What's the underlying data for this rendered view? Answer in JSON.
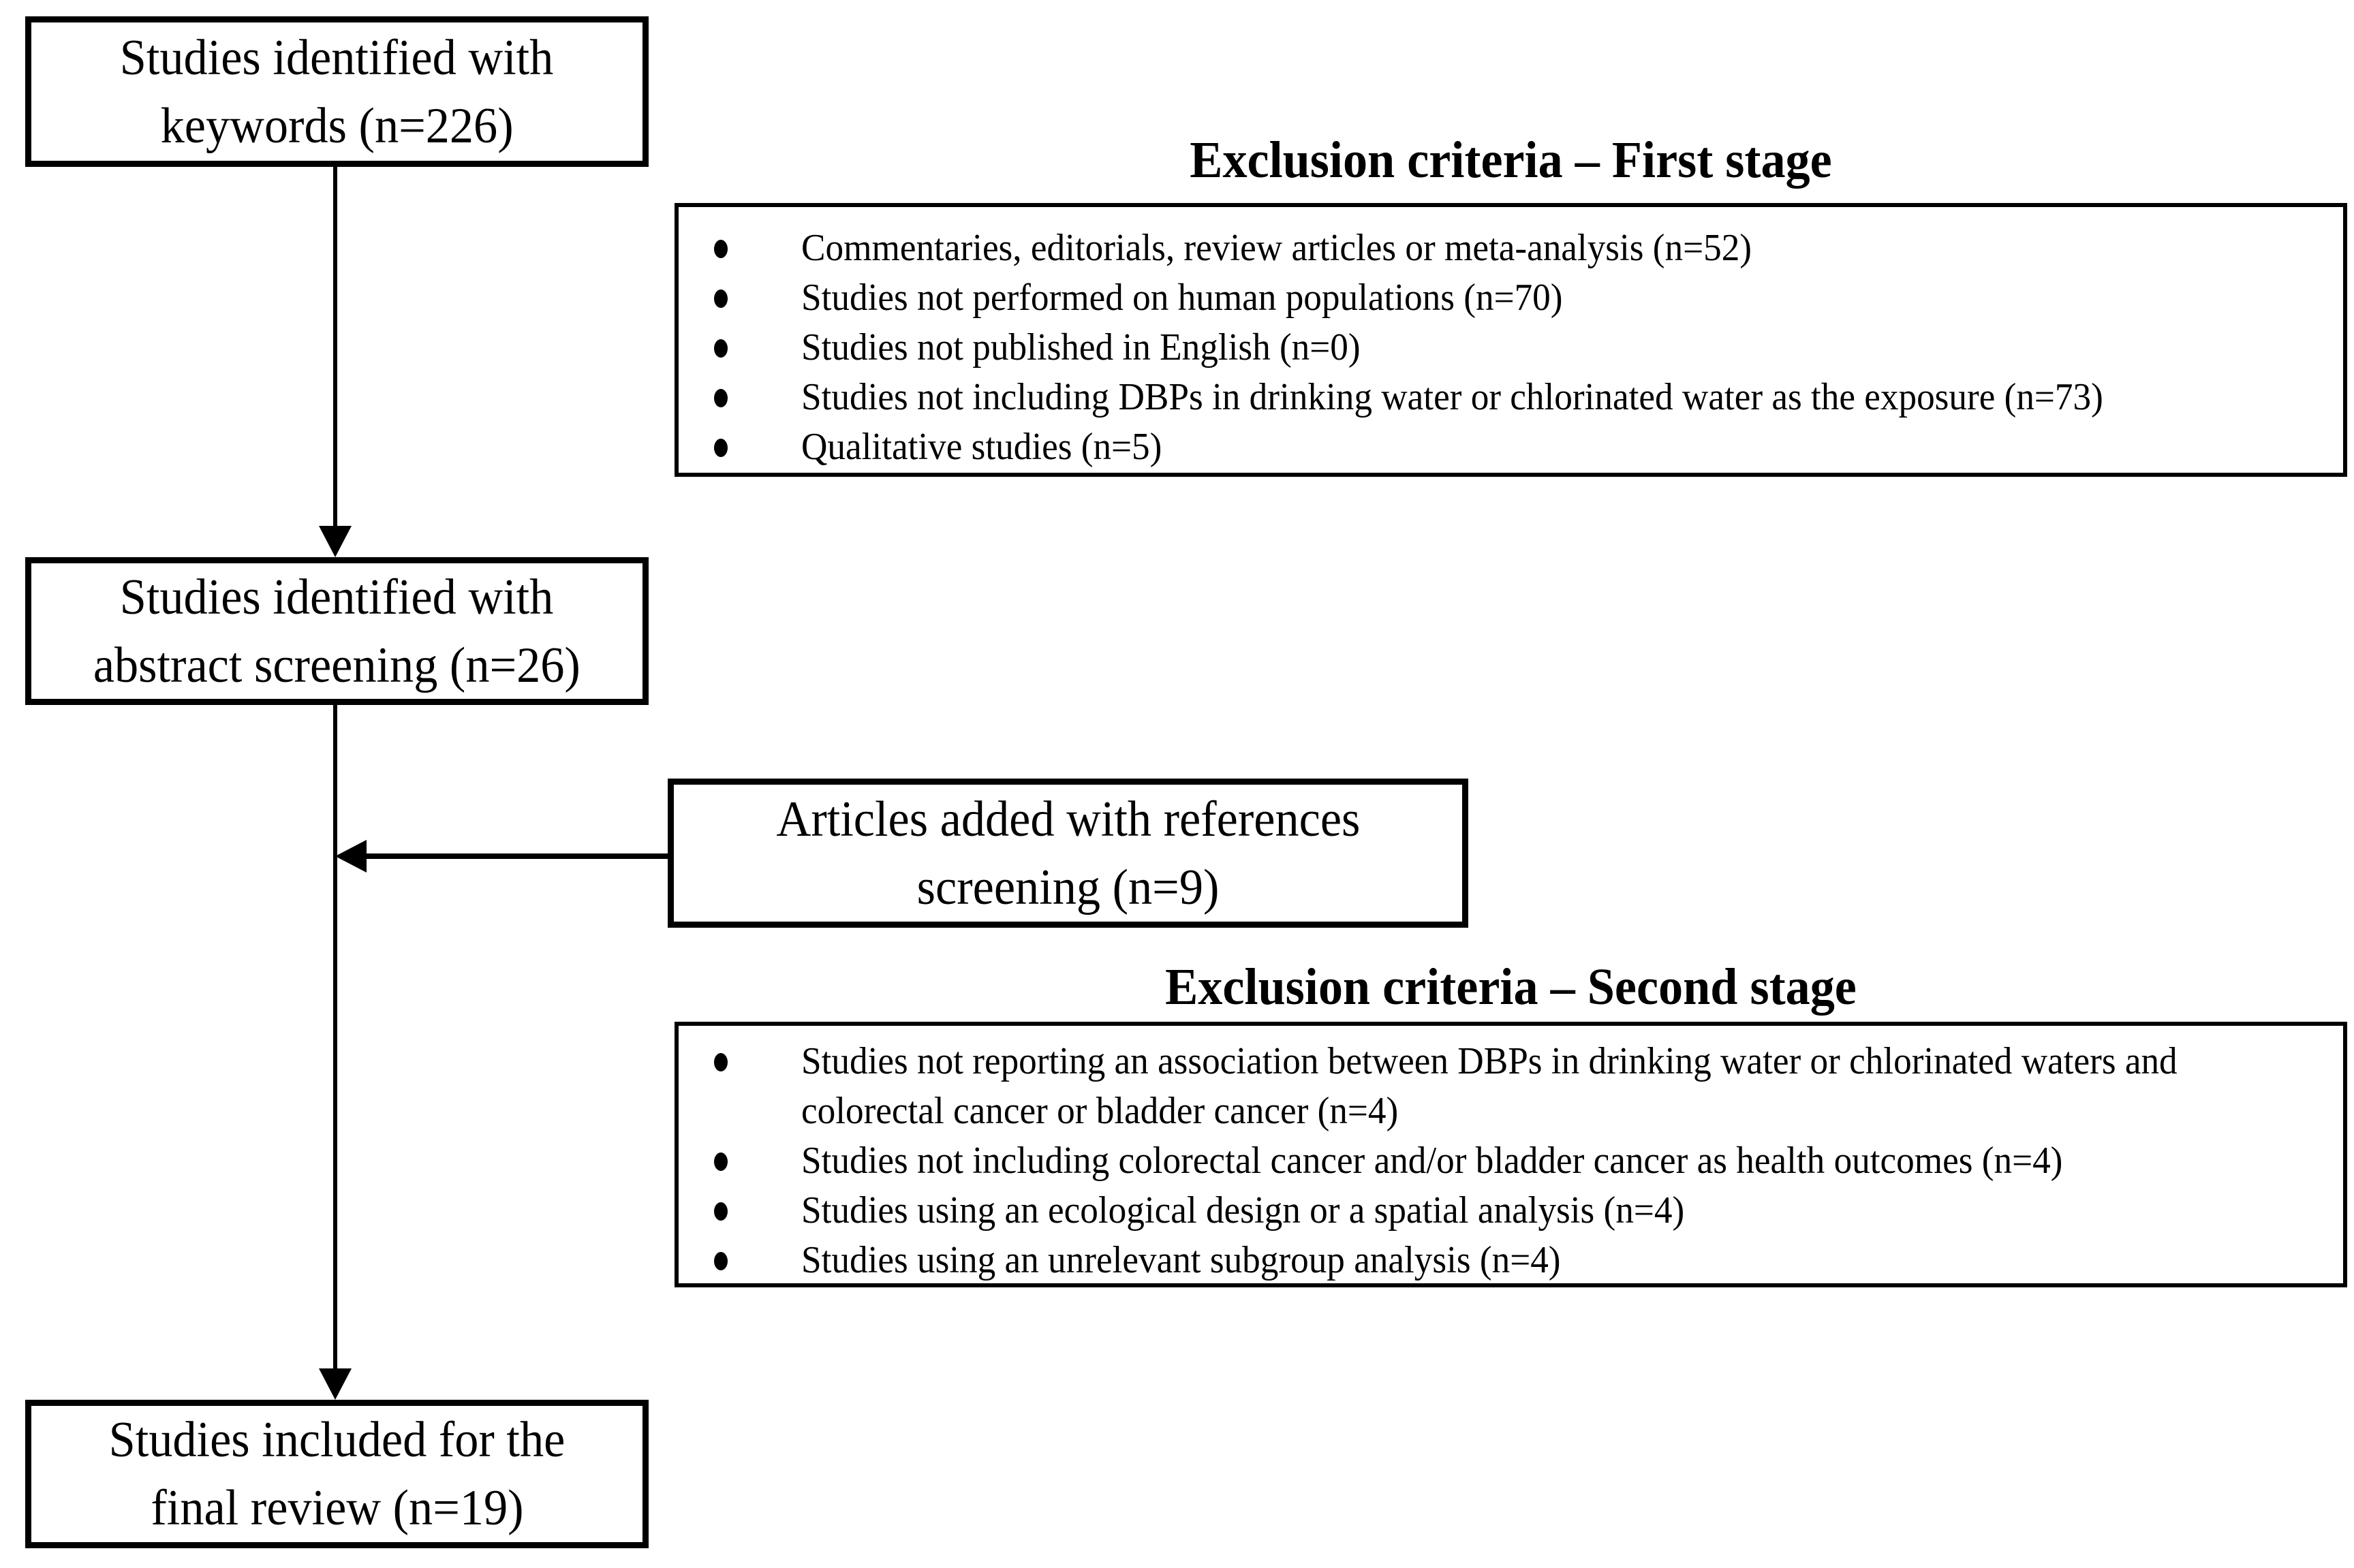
{
  "page": {
    "background_color": "#ffffff",
    "line_color": "#000000"
  },
  "flow_boxes": {
    "keywords": {
      "line1": "Studies identified with",
      "line2": "keywords (n=226)"
    },
    "abstract_screening": {
      "line1": "Studies identified with",
      "line2": "abstract screening (n=26)"
    },
    "references_screening": {
      "line1": "Articles added with references",
      "line2": "screening (n=9)"
    },
    "final_review": {
      "line1": "Studies included for the",
      "line2": "final review (n=19)"
    }
  },
  "exclusion_first": {
    "title": "Exclusion criteria – First stage",
    "items": [
      "Commentaries, editorials, review articles or meta-analysis (n=52)",
      "Studies not performed on human populations (n=70)",
      "Studies not published in English (n=0)",
      "Studies not including DBPs in drinking water or chlorinated water as the exposure (n=73)",
      "Qualitative studies (n=5)"
    ]
  },
  "exclusion_second": {
    "title": "Exclusion criteria – Second stage",
    "items": [
      "Studies not reporting an association between DBPs in drinking water or chlorinated waters and colorectal cancer or bladder cancer (n=4)",
      "Studies not including colorectal cancer and/or bladder cancer as health outcomes (n=4)",
      "Studies using an ecological design or a spatial analysis (n=4)",
      "Studies using an unrelevant subgroup analysis (n=4)"
    ]
  }
}
